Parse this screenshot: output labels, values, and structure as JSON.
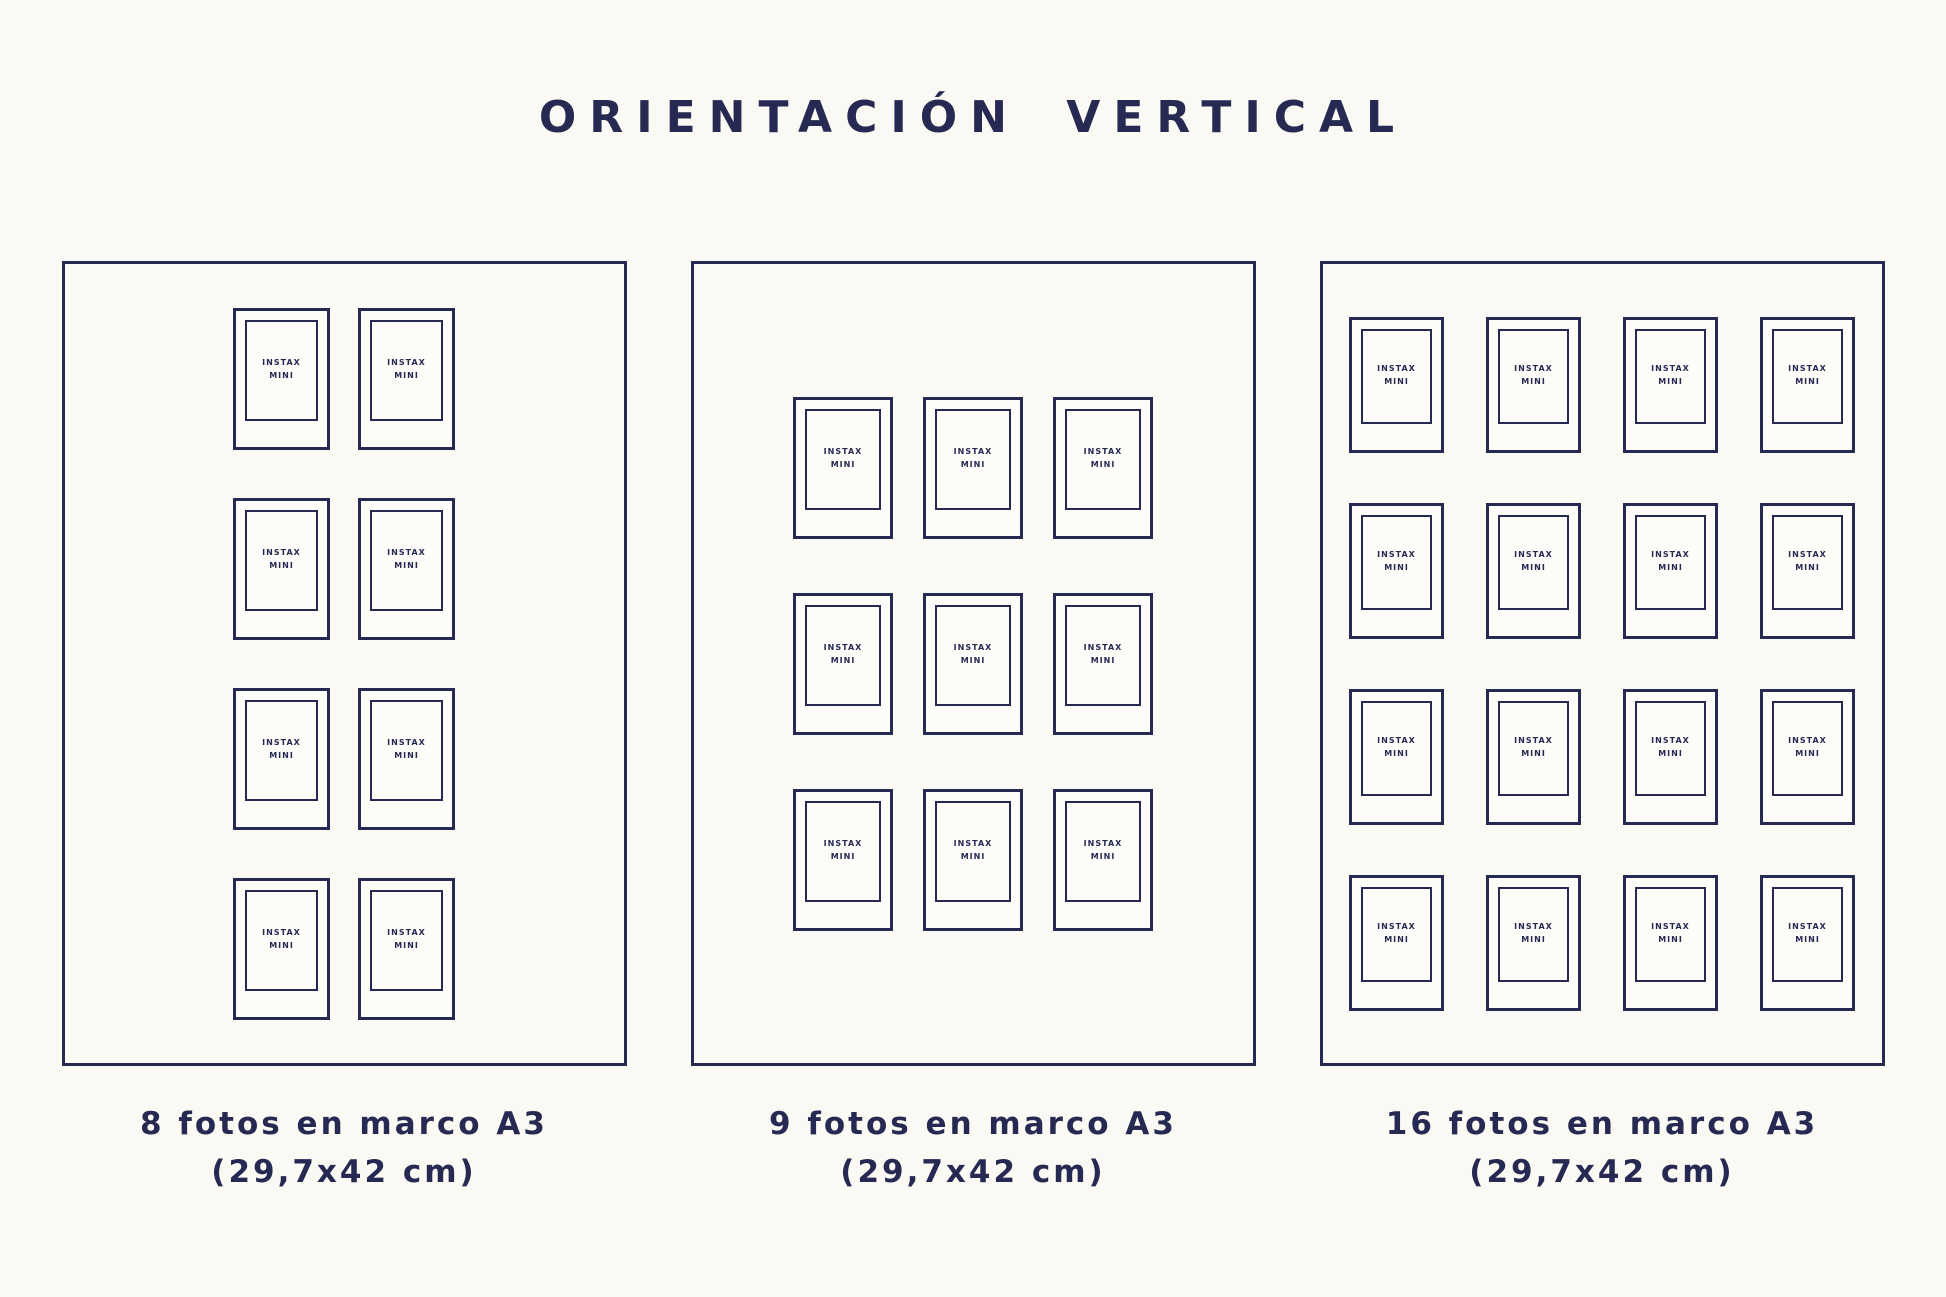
{
  "page": {
    "title": "ORIENTACIÓN VERTICAL",
    "background": "#fbf9f3",
    "accent": "#262a52"
  },
  "photo": {
    "label": "INSTAX\nMINI"
  },
  "layouts": [
    {
      "count": 8,
      "cols": 2,
      "rows": 4,
      "caption_line1": "8 fotos en marco A3",
      "caption_line2": "(29,7x42 cm)"
    },
    {
      "count": 9,
      "cols": 3,
      "rows": 3,
      "caption_line1": "9 fotos en marco A3",
      "caption_line2": "(29,7x42 cm)"
    },
    {
      "count": 16,
      "cols": 4,
      "rows": 4,
      "caption_line1": "16 fotos en marco A3",
      "caption_line2": "(29,7x42 cm)"
    }
  ]
}
